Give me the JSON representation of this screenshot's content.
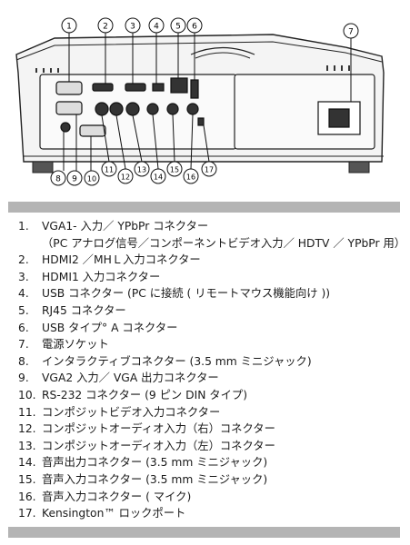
{
  "callouts": [
    "1",
    "2",
    "3",
    "4",
    "5",
    "6",
    "7",
    "8",
    "9",
    "10",
    "11",
    "12",
    "13",
    "14",
    "15",
    "16",
    "17"
  ],
  "items": [
    {
      "num": "1.",
      "text": "VGA1- 入力／ YPbPr コネクター",
      "sub": "（PC アナログ信号／コンポーネントビデオ入力／ HDTV ／ YPbPr 用）"
    },
    {
      "num": "2.",
      "text": "HDMI2 ／MHＬ入力コネクター"
    },
    {
      "num": "3.",
      "text": "HDMI1 入力コネクター"
    },
    {
      "num": "4.",
      "text": "USB コネクター (PC に接続 ( リモートマウス機能向け ))"
    },
    {
      "num": "5.",
      "text": "RJ45 コネクター"
    },
    {
      "num": "6.",
      "text": "USB タイプ° A コネクター"
    },
    {
      "num": "7.",
      "text": "電源ソケット"
    },
    {
      "num": "8.",
      "text": "インタラクティブコネクター (3.5 mm ミニジャック)"
    },
    {
      "num": "9.",
      "text": "VGA2 入力／ VGA 出力コネクター"
    },
    {
      "num": "10.",
      "text": "RS-232 コネクター (9 ピン DIN タイプ)"
    },
    {
      "num": "11.",
      "text": "コンポジットビデオ入力コネクター"
    },
    {
      "num": "12.",
      "text": "コンポジットオーディオ入力（右）コネクター"
    },
    {
      "num": "13.",
      "text": "コンポジットオーディオ入力（左）コネクター"
    },
    {
      "num": "14.",
      "text": "音声出力コネクター (3.5 mm ミニジャック)"
    },
    {
      "num": "15.",
      "text": "音声入力コネクター (3.5 mm ミニジャック)"
    },
    {
      "num": "16.",
      "text": "音声入力コネクター ( マイク)"
    },
    {
      "num": "17.",
      "text": "Kensington™ ロックポート"
    }
  ]
}
